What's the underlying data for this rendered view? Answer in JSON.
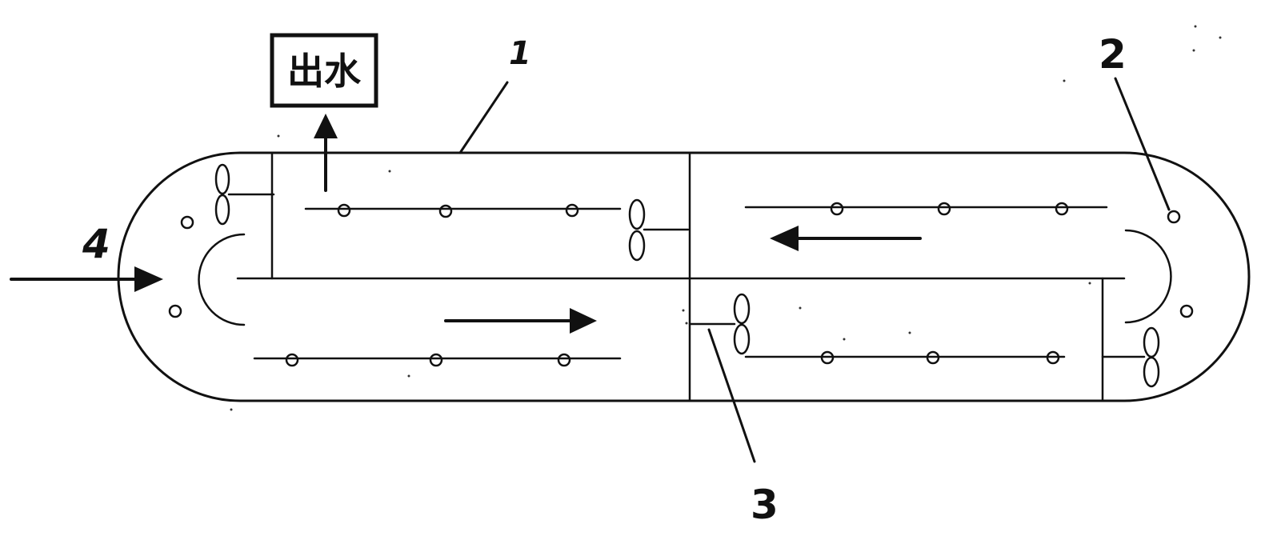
{
  "outlet_box": {
    "text": "出水"
  },
  "labels": {
    "label_1": "1",
    "label_2": "2",
    "label_3": "3",
    "label_4": "4"
  }
}
